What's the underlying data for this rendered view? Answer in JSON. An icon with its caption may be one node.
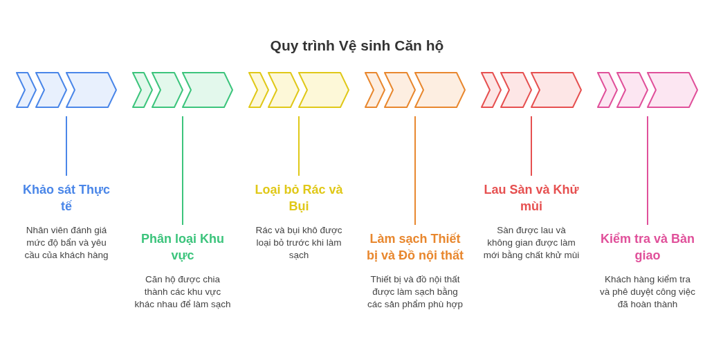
{
  "diagram": {
    "title": "Quy trình Vệ sinh Căn hộ",
    "nodes": [
      {
        "text": [],
        "shape": "chevron"
      },
      {
        "text": [
          "Khảo sát Thực tế",
          "Nhân viên đánh giá mức độ bẩn và yêu cầu của khách hàng"
        ]
      },
      {
        "text": [],
        "shape": "chevron"
      },
      {
        "text": [
          "Phân loại Khu vực",
          "Căn hộ được chia thành các khu vực khác nhau để làm sạch"
        ]
      },
      {
        "text": [],
        "shape": "chevron"
      },
      {
        "text": [
          "Loại bỏ Rác và Bụi",
          "Rác và bụi khô được loại bỏ trước khi làm sạch"
        ]
      },
      {
        "text": [],
        "shape": "chevron"
      },
      {
        "text": [
          "Làm sạch Thiết bị và Đồ nội thất",
          "Thiết bị và đồ nội thất được làm sạch bằng các sản phẩm phù hợp"
        ]
      },
      {
        "text": [],
        "shape": "chevron"
      },
      {
        "text": [
          "Lau Sàn và Khử mùi",
          "Sàn được lau và không gian được làm mới bằng chất khử mùi"
        ]
      },
      {
        "text": [],
        "shape": "chevron"
      },
      {
        "text": [
          "Kiểm tra và Bàn giao",
          "Khách hàng kiểm tra và phê duyệt công việc đã hoàn thành"
        ]
      }
    ],
    "edges": [
      {
        "from": 0,
        "to": 1,
        "arrow": "none",
        "color": "#4a86e8"
      },
      {
        "from": 2,
        "to": 3,
        "arrow": "none",
        "color": "#3cc47c"
      },
      {
        "from": 4,
        "to": 5,
        "arrow": "none",
        "color": "#e0c818"
      },
      {
        "from": 6,
        "to": 7,
        "arrow": "none",
        "color": "#e8872e"
      },
      {
        "from": 8,
        "to": 9,
        "arrow": "none",
        "color": "#e65050"
      },
      {
        "from": 10,
        "to": 11,
        "arrow": "none",
        "color": "#e0509a"
      }
    ]
  }
}
